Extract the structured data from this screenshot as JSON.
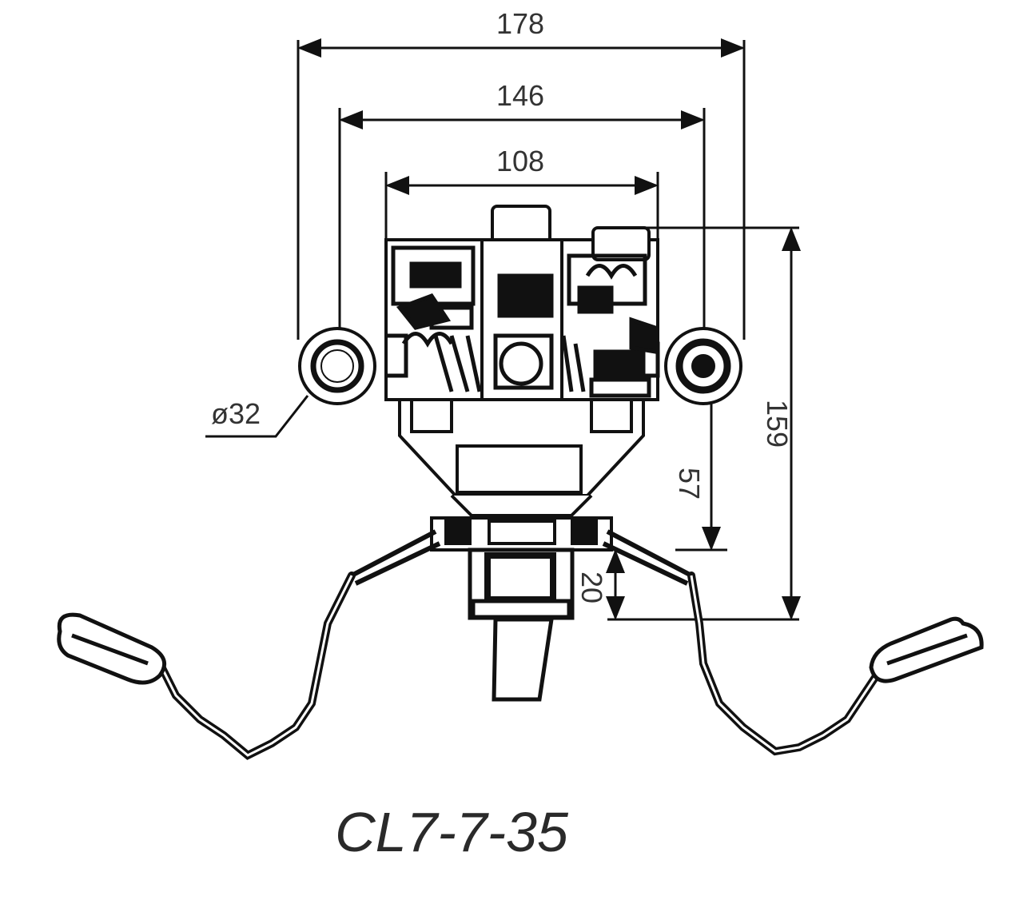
{
  "drawing": {
    "model": "CL7-7-35",
    "dimensions": {
      "overall_width": "178",
      "wheel_span": "146",
      "body_width": "108",
      "wheel_diameter": "ø32",
      "overall_height": "159",
      "wheel_to_base": "57",
      "clamp_height": "20"
    }
  }
}
